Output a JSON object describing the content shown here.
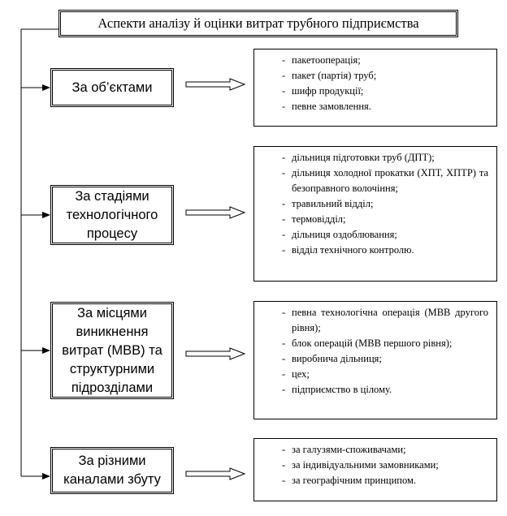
{
  "title": "Аспекти аналізу й оцінки витрат трубного підприємства",
  "categories": [
    {
      "lines": [
        "За об’єктами"
      ],
      "items": [
        [
          "пакетооперація;"
        ],
        [
          "пакет (партія) труб;"
        ],
        [
          "шифр продукції;"
        ],
        [
          "певне замовлення."
        ]
      ]
    },
    {
      "lines": [
        "За стадіями",
        "технологічного",
        "процесу"
      ],
      "items": [
        [
          "дільниця підготовки труб (ДПТ);"
        ],
        [
          "дільниця холодної прокатки",
          "(ХПТ, ХПТР) та безоправного",
          "волочіння;"
        ],
        [
          "травильний відділ;"
        ],
        [
          "термовідділ;"
        ],
        [
          "дільниця оздоблювання;"
        ],
        [
          "відділ технічного контролю."
        ]
      ]
    },
    {
      "lines": [
        "За місцями",
        "виникнення",
        "витрат (МВВ) та",
        "структурними",
        "підрозділами"
      ],
      "items": [
        [
          "певна технологічна операція",
          "(МВВ другого рівня);"
        ],
        [
          "блок операцій (МВВ першого",
          "рівня);"
        ],
        [
          "виробнича дільниця;"
        ],
        [
          "цех;"
        ],
        [
          "підприємство в цілому."
        ]
      ]
    },
    {
      "lines": [
        "За різними",
        "каналами збуту"
      ],
      "items": [
        [
          "за галузями-споживачами;"
        ],
        [
          "за індивідуальними замовниками;"
        ],
        [
          "за географічним принципом."
        ]
      ]
    }
  ],
  "bullet_symbol": "-"
}
